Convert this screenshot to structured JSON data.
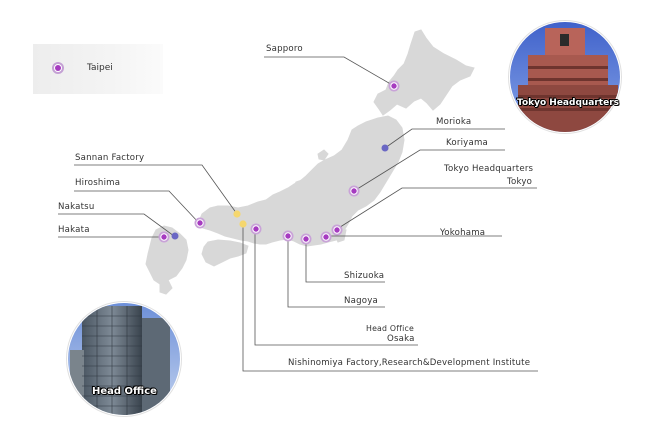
{
  "legend": {
    "label": "Taipei"
  },
  "photos": {
    "top_right_caption": "Tokyo Headquarters",
    "bottom_left_caption": "Head Office"
  },
  "locations": {
    "sapporo": "Sapporo",
    "morioka": "Morioka",
    "koriyama": "Koriyama",
    "tokyo_hq": "Tokyo Headquarters",
    "tokyo": "Tokyo",
    "yokohama": "Yokohama",
    "shizuoka": "Shizuoka",
    "nagoya": "Nagoya",
    "head_office": "Head Office",
    "osaka": "Osaka",
    "nishinomiya": "Nishinomiya Factory,Research&Development Institute",
    "sannan": "Sannan Factory",
    "hiroshima": "Hiroshima",
    "nakatsu": "Nakatsu",
    "hakata": "Hakata"
  },
  "colors": {
    "land": "#d9d9d9",
    "office_marker": "#a63bc0",
    "secondary_marker": "#6a67c4",
    "factory_marker": "#f5d76e",
    "leader_line": "#555555"
  }
}
